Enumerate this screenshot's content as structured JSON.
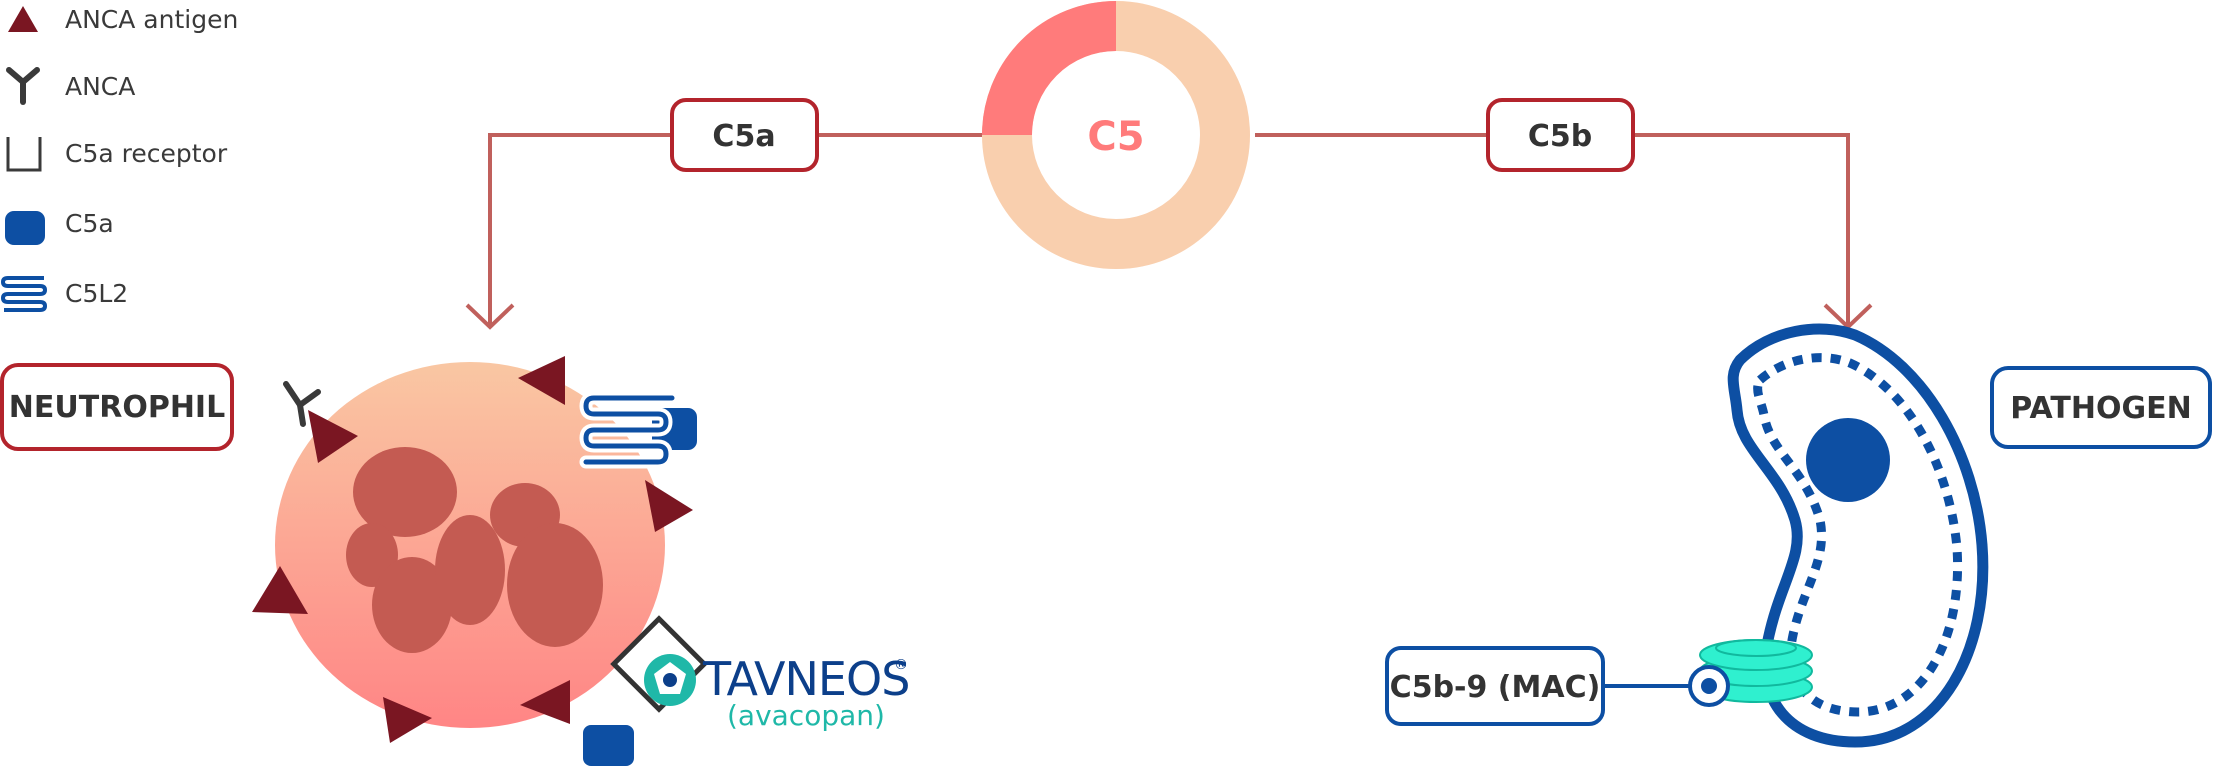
{
  "legend": {
    "items": [
      {
        "label": "ANCA antigen",
        "icon": "triangle-icon"
      },
      {
        "label": "ANCA",
        "icon": "antibody-icon"
      },
      {
        "label": "C5a receptor",
        "icon": "receptor-icon"
      },
      {
        "label": "C5a",
        "icon": "c5a-square-icon"
      },
      {
        "label": "C5L2",
        "icon": "c5l2-coil-icon"
      }
    ]
  },
  "hub": {
    "label": "C5"
  },
  "branches": {
    "left": {
      "label": "C5a"
    },
    "right": {
      "label": "C5b"
    }
  },
  "cells": {
    "neutrophil": {
      "label": "NEUTROPHIL"
    },
    "pathogen": {
      "label": "PATHOGEN"
    }
  },
  "mac": {
    "label": "C5b-9 (MAC)"
  },
  "drug": {
    "brand": "TAVNEOS",
    "mark": "®",
    "generic": "(avacopan)"
  },
  "colors": {
    "antigen": "#7a1622",
    "red_border": "#b3242c",
    "blue": "#0d4fa3",
    "arrow": "#c0605c",
    "c5_dark": "#ff7b7b",
    "c5_light": "#f9cfae",
    "teal": "#2ff0cf"
  }
}
